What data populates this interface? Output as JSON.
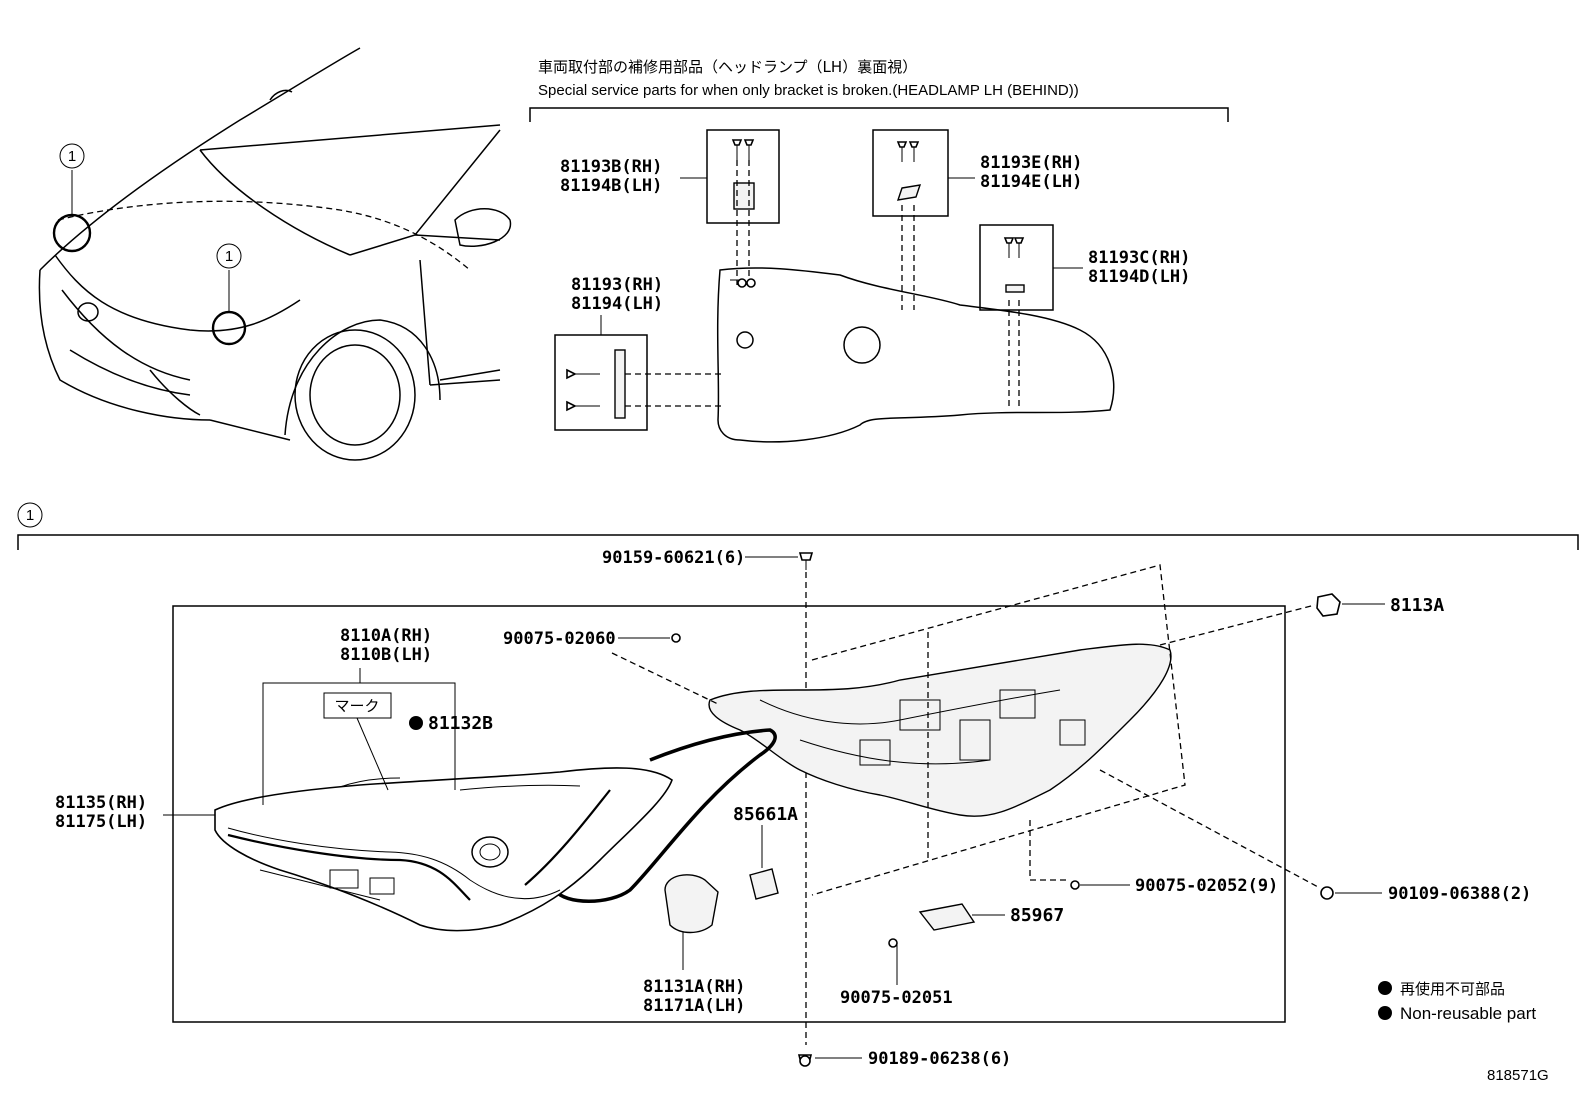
{
  "overview": {
    "callout_number": "1"
  },
  "bracket_section": {
    "title_jp": "車両取付部の補修用部品（ヘッドランプ（LH）裏面視）",
    "title_en": "Special service parts for when only bracket is broken.(HEADLAMP LH (BEHIND))",
    "labels": {
      "b_rh": "81193B(RH)",
      "b_lh": "81194B(LH)",
      "e_rh": "81193E(RH)",
      "e_lh": "81194E(LH)",
      "c_rh": "81193C(RH)",
      "d_lh": "81194D(LH)",
      "base_rh": "81193(RH)",
      "base_lh": "81194(LH)"
    }
  },
  "main_section": {
    "callout_number": "1",
    "labels": {
      "bolt_top": "90159-60621(6)",
      "bolt_bottom": "90189-06238(6)",
      "screw_upper": "90075-02060",
      "screw_right": "90075-02052(9)",
      "screw_bottom": "90075-02051",
      "nut_right": "90109-06388(2)",
      "clip": "8113A",
      "unit_rh": "8110A(RH)",
      "unit_lh": "8110B(LH)",
      "mark": "マーク",
      "gasket": "81132B",
      "lamp_rh": "81135(RH)",
      "lamp_lh": "81175(LH)",
      "ecu": "85661A",
      "module": "85967",
      "bulb_rh": "81131A(RH)",
      "bulb_lh": "81171A(LH)"
    }
  },
  "legend": {
    "jp": "再使用不可部品",
    "en": "Non-reusable part"
  },
  "diagram_id": "818571G"
}
